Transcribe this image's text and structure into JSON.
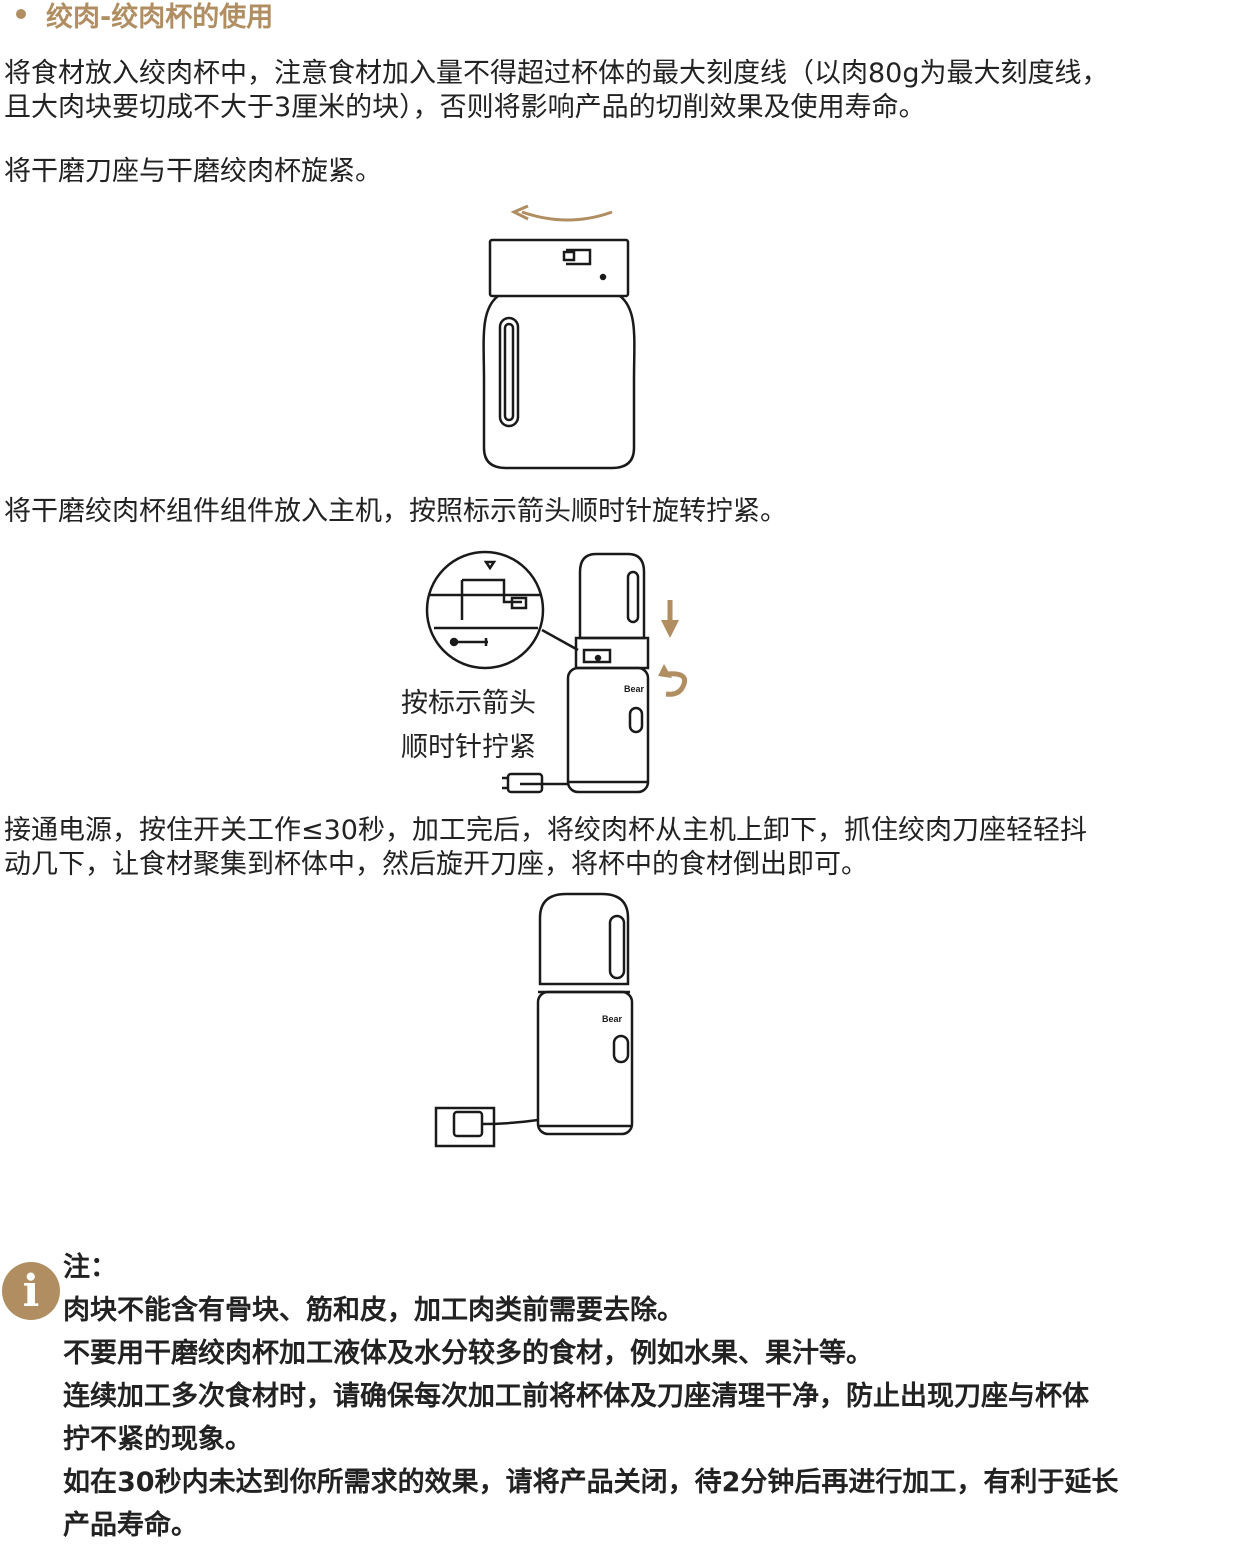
{
  "section": {
    "heading": "绞肉-绞肉杯的使用"
  },
  "steps": [
    {
      "lines": [
        "将食材放入绞肉杯中，注意食材加入量不得超过杯体的最大刻度线（以肉80g为最大刻度线，",
        "且大肉块要切成不大于3厘米的块），否则将影响产品的切削效果及使用寿命。"
      ]
    },
    {
      "lines": [
        "将干磨刀座与干磨绞肉杯旋紧。"
      ]
    },
    {
      "lines": [
        "将干磨绞肉杯组件组件放入主机，按照标示箭头顺时针旋转拧紧。"
      ],
      "callout": [
        "按标示箭头",
        "顺时针拧紧"
      ]
    },
    {
      "lines": [
        "接通电源，按住开关工作≤30秒，加工完后，将绞肉杯从主机上卸下，抓住绞肉刀座轻轻抖",
        "动几下，让食材聚集到杯体中，然后旋开刀座，将杯中的食材倒出即可。"
      ]
    }
  ],
  "note": {
    "icon": "info-icon",
    "icon_glyph": "i",
    "title": "注：",
    "lines": [
      "肉块不能含有骨块、筋和皮，加工肉类前需要去除。",
      "不要用干磨绞肉杯加工液体及水分较多的食材，例如水果、果汁等。",
      "连续加工多次食材时，请确保每次加工前将杯体及刀座清理干净，防止出现刀座与杯体",
      "拧不紧的现象。",
      "如在30秒内未达到你所需求的效果，请将产品关闭，待2分钟后再进行加工，有利于延长",
      "产品寿命。"
    ]
  },
  "colors": {
    "accent": "#b08e62",
    "text": "#222222",
    "line_art": "#1a1a1a"
  }
}
